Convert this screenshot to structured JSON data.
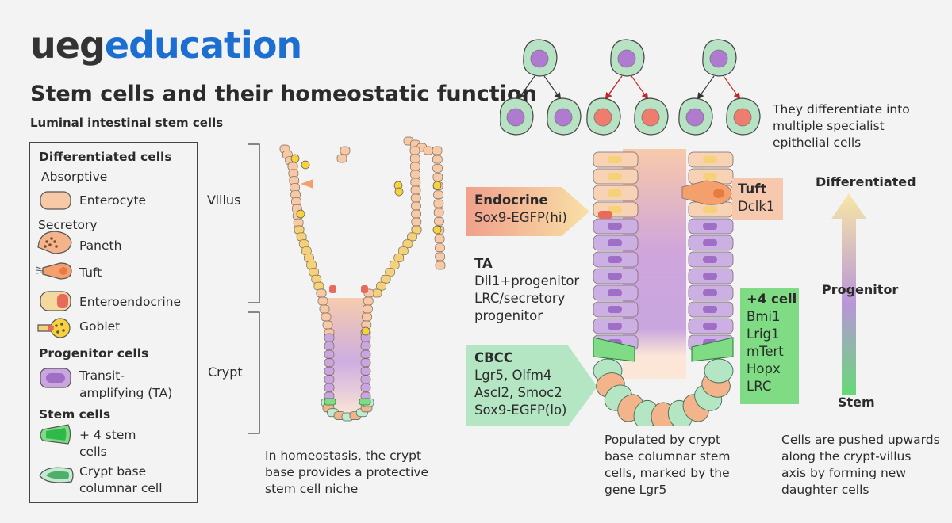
{
  "logo": {
    "part1": "ueg",
    "part2": "education"
  },
  "title": "Stem cells and their homeostatic function",
  "subtitle": "Luminal intestinal stem cells",
  "legend": {
    "differentiated_heading": "Differentiated cells",
    "absorptive": "Absorptive",
    "enterocyte": "Enterocyte",
    "secretory": "Secretory",
    "paneth": "Paneth",
    "tuft": "Tuft",
    "enteroendocrine": "Enteroendocrine",
    "goblet": "Goblet",
    "progenitor_heading": "Progenitor cells",
    "ta_line1": "Transit-",
    "ta_line2": "amplifying (TA)",
    "stem_heading": "Stem cells",
    "plus4_line1": "+ 4 stem",
    "plus4_line2": "cells",
    "cbc_line1": "Crypt base",
    "cbc_line2": "columnar cell"
  },
  "crypt_diagram": {
    "villus_label": "Villus",
    "crypt_label": "Crypt",
    "caption": [
      "In homeostasis, the crypt",
      "base provides a protective",
      "stem cell niche"
    ]
  },
  "callouts": {
    "endocrine": {
      "title": "Endocrine",
      "line1": "Sox9-EGFP(hi)",
      "color": "#f0a08c"
    },
    "ta": {
      "title": "TA",
      "lines": [
        "Dll1+progenitor",
        "LRC/secretory",
        "progenitor"
      ]
    },
    "cbcc": {
      "title": "CBCC",
      "lines": [
        "Lgr5, Olfm4",
        "Ascl2, Smoc2",
        "Sox9-EGFP(lo)"
      ],
      "color": "#b5e6c4"
    },
    "tuft": {
      "title": "Tuft",
      "line1": "Dclk1",
      "color": "#f6c9ae"
    },
    "plus4": {
      "title": "+4 cell",
      "lines": [
        "Bmi1",
        "Lrig1",
        "mTert",
        "Hopx",
        "LRC"
      ],
      "color": "#7fdc84"
    }
  },
  "differentiation_note": [
    "They differentiate into",
    "multiple specialist",
    "epithelial cells"
  ],
  "populated_note": [
    "Populated by crypt",
    "base columnar stem",
    "cells, marked by the",
    "gene Lgr5"
  ],
  "pushed_note": [
    "Cells are pushed upwards",
    "along the crypt-villus",
    "axis by forming new",
    "daughter cells"
  ],
  "gradient_axis": {
    "top": "Differentiated",
    "middle": "Progenitor",
    "bottom": "Stem"
  }
}
